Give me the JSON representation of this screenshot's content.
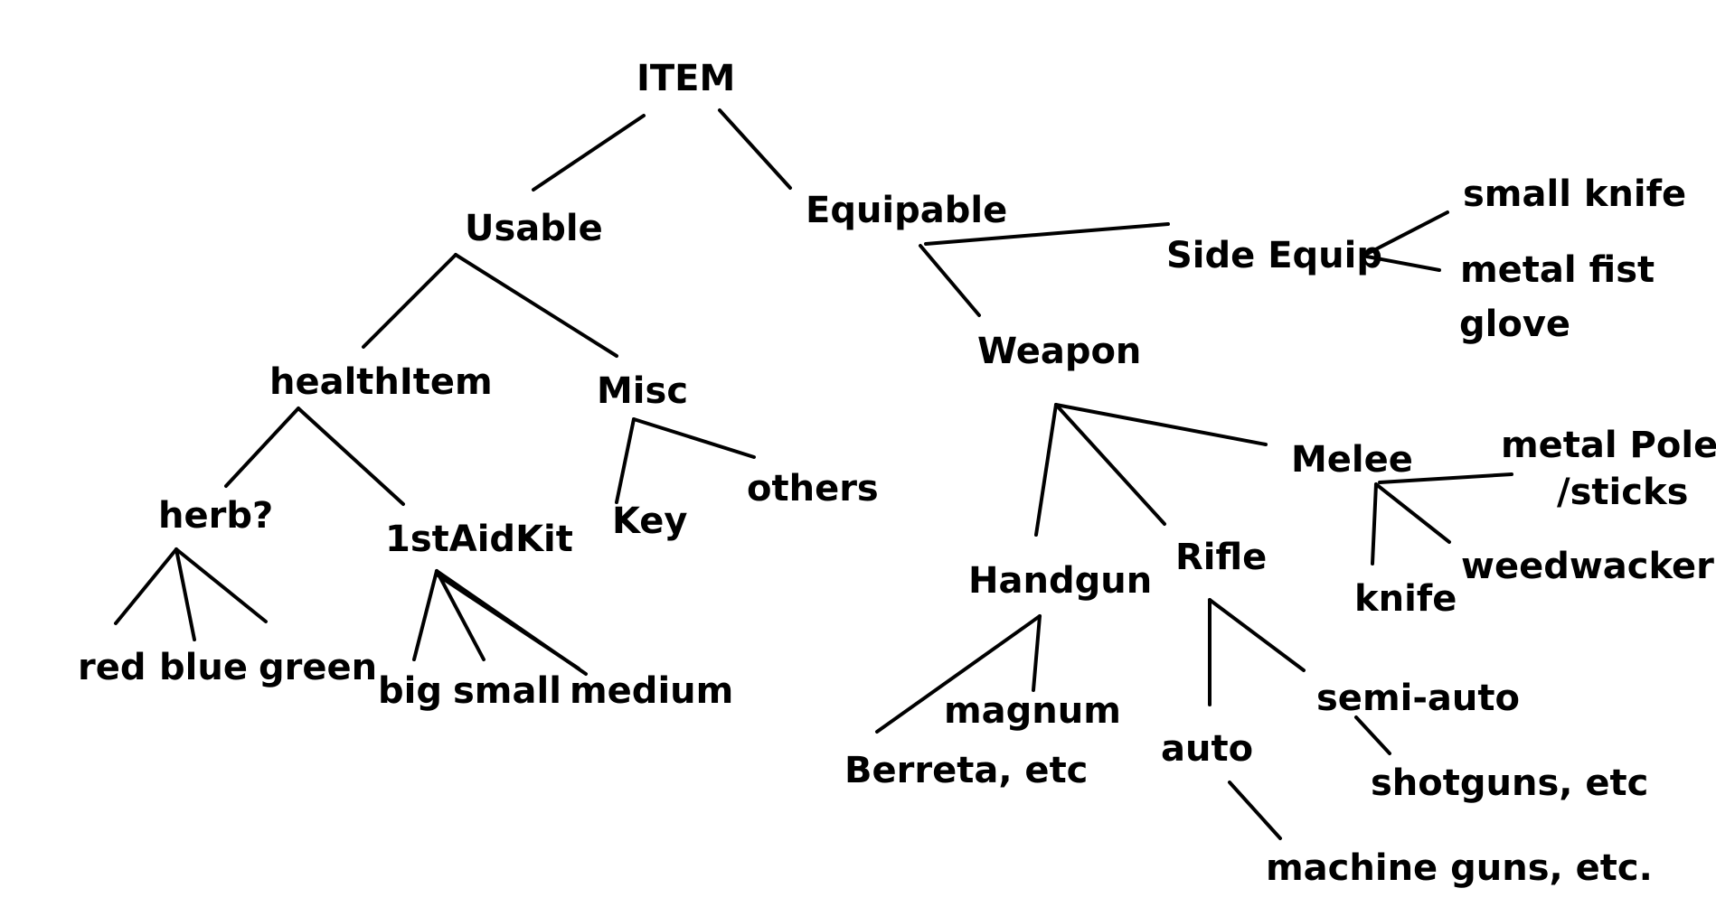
{
  "diagram": {
    "nodes": {
      "item": "ITEM",
      "usable": "Usable",
      "equipable": "Equipable",
      "health_item": "healthItem",
      "misc": "Misc",
      "herb": "herb?",
      "first_aid_kit": "1stAidKit",
      "red": "red",
      "blue": "blue",
      "green": "green",
      "big": "big",
      "small": "small",
      "medium": "medium",
      "key": "Key",
      "others": "others",
      "side_equip": "Side Equip",
      "small_knife": "small knife",
      "metal_fist_glove_line1": "metal fist",
      "metal_fist_glove_line2": "glove",
      "weapon": "Weapon",
      "handgun": "Handgun",
      "rifle": "Rifle",
      "melee": "Melee",
      "magnum": "magnum",
      "berreta": "Berreta, etc",
      "auto": "auto",
      "semi_auto": "semi-auto",
      "shotguns": "shotguns, etc",
      "machine_guns": "machine guns, etc.",
      "metal_poles_line1": "metal Poles",
      "metal_poles_line2": "/sticks",
      "knife": "knife",
      "weedwacker": "weedwacker"
    },
    "colors": {
      "ink": "#000000",
      "background": "#ffffff"
    }
  }
}
